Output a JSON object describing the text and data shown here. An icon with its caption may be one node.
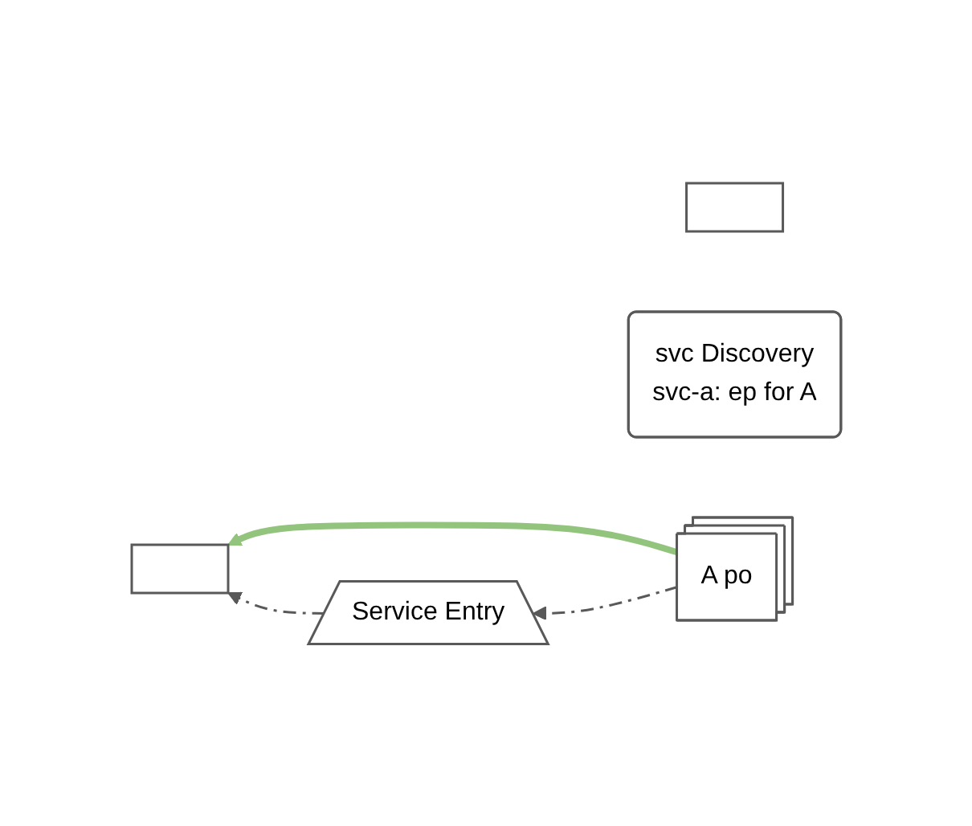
{
  "diagram": {
    "nodes": [
      {
        "text": [],
        "shape": "box"
      },
      {
        "text": [],
        "shape": "box"
      },
      {
        "text": [
          "svc Discovery",
          "svc-a: ep for A"
        ]
      },
      {
        "text": [
          "A po"
        ]
      },
      {
        "text": [
          "Service Entry"
        ]
      }
    ],
    "edges": [
      {
        "from": 3,
        "to": 1,
        "arrow": "to",
        "style": "thick",
        "color": "#93c47d"
      },
      {
        "from": 3,
        "to": 4,
        "arrow": "to",
        "style": "dashed"
      },
      {
        "from": 4,
        "to": 1,
        "arrow": "to",
        "style": "dashed"
      }
    ]
  }
}
